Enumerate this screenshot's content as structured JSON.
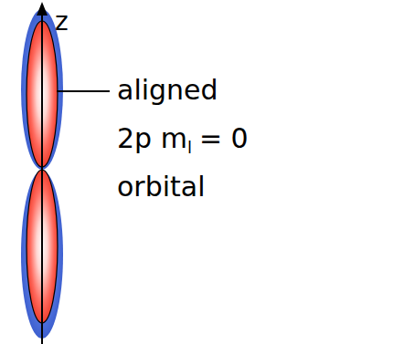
{
  "diagram": {
    "labels": [
      "z",
      "aligned",
      "2p m",
      "l",
      "= 0",
      "orbital"
    ]
  }
}
